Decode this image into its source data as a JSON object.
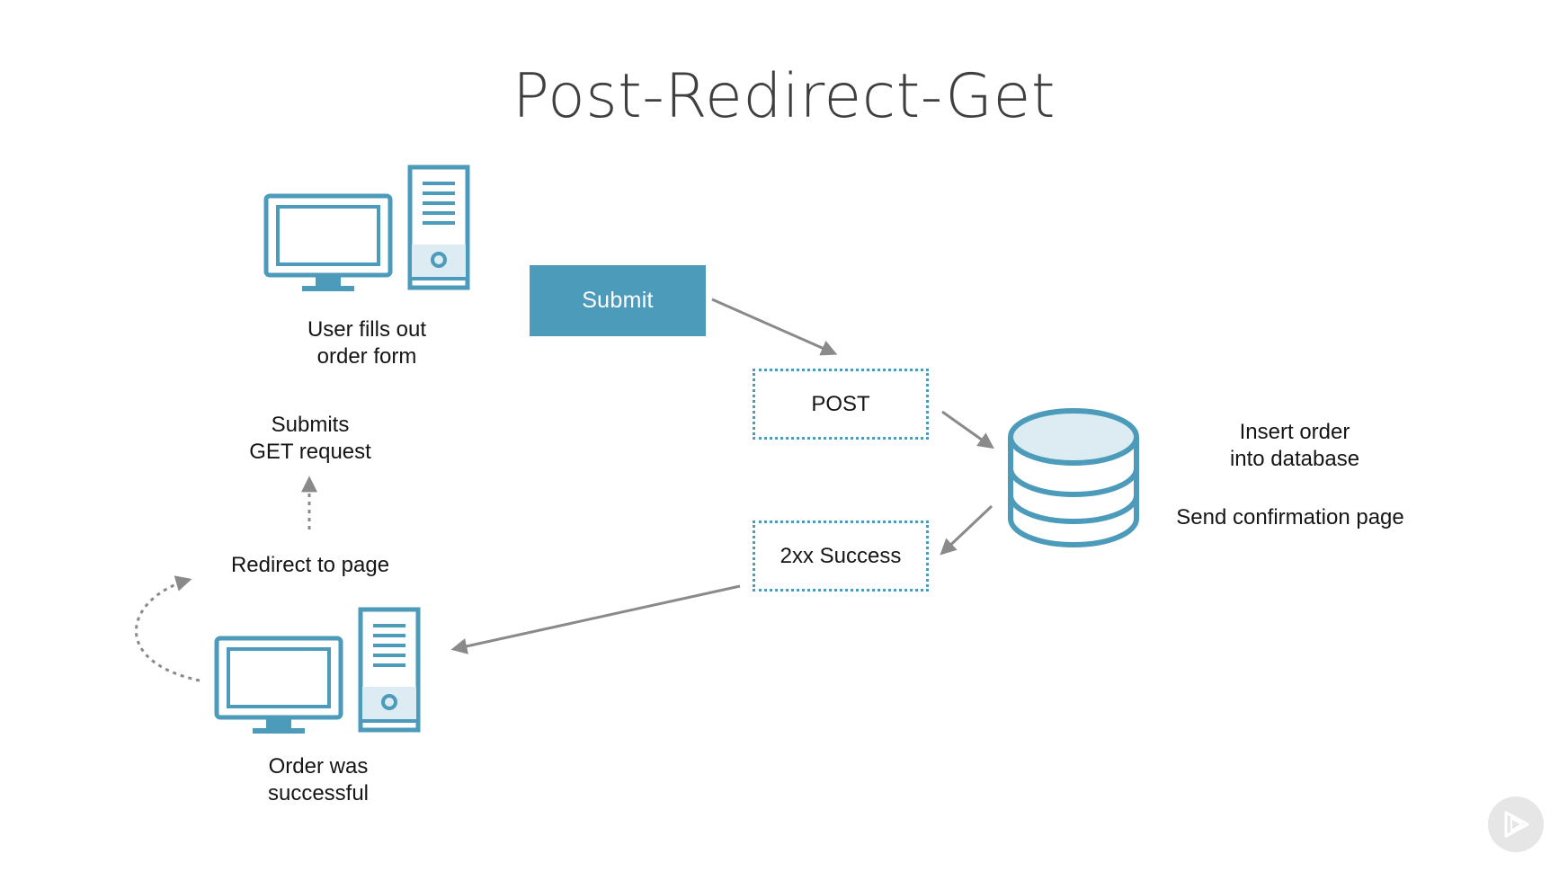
{
  "title": "Post-Redirect-Get",
  "nodes": {
    "user_fills": {
      "line1": "User fills out",
      "line2": "order form"
    },
    "submits_get": {
      "line1": "Submits",
      "line2": "GET request"
    },
    "redirect": {
      "text": "Redirect to page"
    },
    "order_success": {
      "line1": "Order was",
      "line2": "successful"
    },
    "insert_order": {
      "line1": "Insert order",
      "line2": "into database"
    },
    "send_confirmation": {
      "text": "Send confirmation page"
    }
  },
  "buttons": {
    "submit_label": "Submit"
  },
  "boxes": {
    "post_label": "POST",
    "success_label": "2xx Success"
  },
  "colors": {
    "accent": "#4c9bbb",
    "icon_fill_light": "#dcecf2",
    "arrow": "#8a8a8a",
    "title": "#3f3f3f"
  },
  "icons": {
    "top_computer": "desktop-computer-icon",
    "bottom_computer": "desktop-computer-icon",
    "database": "database-icon",
    "play": "play-logo-icon"
  }
}
